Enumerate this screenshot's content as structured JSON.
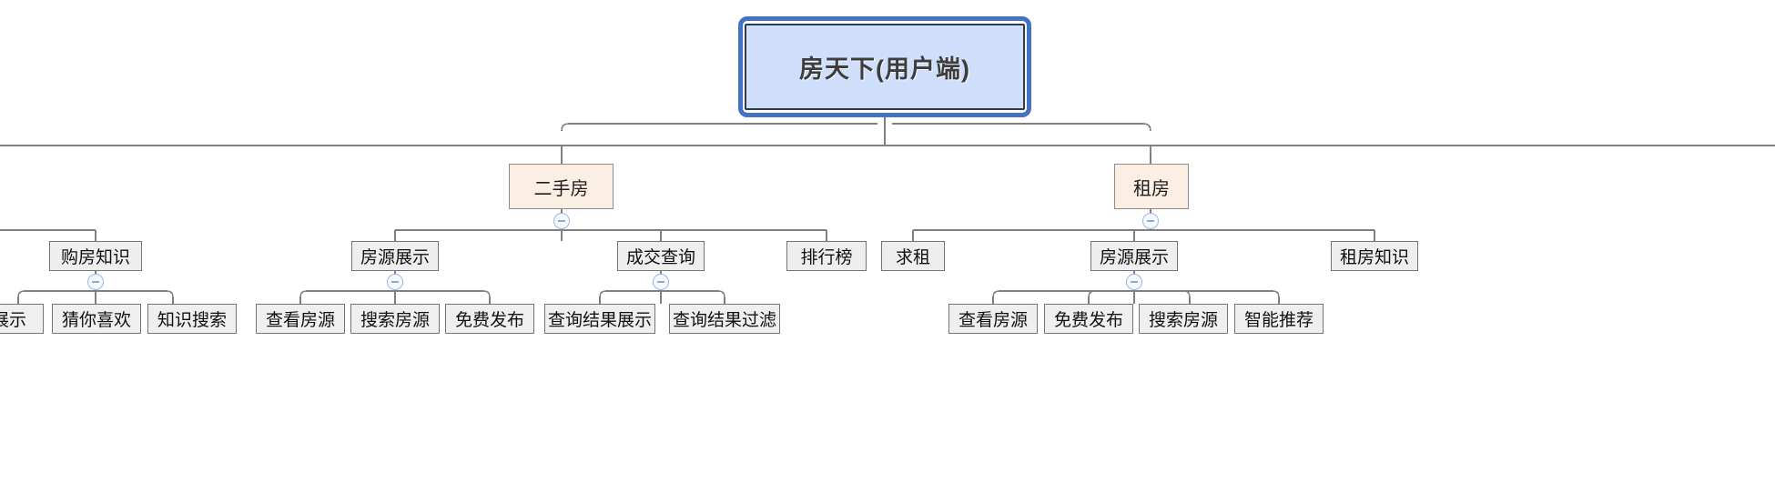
{
  "diagram": {
    "type": "mindmap-tree",
    "title": "房天下(用户端)",
    "orientation": "top-down",
    "colors": {
      "root_fill": "#cfdefb",
      "root_border": "#2f3a4a",
      "root_selection": "#4472c4",
      "level2_fill": "#fbeee2",
      "level2_border": "#8c8c8c",
      "level3_fill": "#eeeeee",
      "level3_border": "#767676",
      "level4_fill": "#efefef",
      "level4_border": "#767676",
      "connector": "#808080",
      "toggle_border": "#9cb6e0",
      "background": "#ffffff"
    },
    "toggle_icon": "collapse-minus-icon"
  },
  "nodes": {
    "root": {
      "label": "房天下(用户端)"
    },
    "level2": [
      {
        "id": "ershoufang",
        "label": "二手房",
        "collapsible": true
      },
      {
        "id": "zufang",
        "label": "租房",
        "collapsible": true
      }
    ],
    "level3": [
      {
        "id": "goufang-zhishi",
        "label": "购房知识",
        "collapsible": true,
        "parent": "offscreen-left"
      },
      {
        "id": "fangyuan-zhanshi-1",
        "label": "房源展示",
        "collapsible": true,
        "parent": "ershoufang"
      },
      {
        "id": "chengjiao-chaxun",
        "label": "成交查询",
        "collapsible": true,
        "parent": "ershoufang"
      },
      {
        "id": "paihangbang",
        "label": "排行榜",
        "collapsible": false,
        "parent": "ershoufang"
      },
      {
        "id": "qiuzu",
        "label": "求租",
        "collapsible": false,
        "parent": "zufang"
      },
      {
        "id": "fangyuan-zhanshi-2",
        "label": "房源展示",
        "collapsible": true,
        "parent": "zufang"
      },
      {
        "id": "zufang-zhishi",
        "label": "租房知识",
        "collapsible": false,
        "parent": "zufang"
      }
    ],
    "level4": [
      {
        "id": "zhanshi-clipped",
        "label": "展示",
        "parent": "goufang-zhishi",
        "clipped": true
      },
      {
        "id": "caini-xihuan",
        "label": "猜你喜欢",
        "parent": "goufang-zhishi"
      },
      {
        "id": "zhishi-sousuo",
        "label": "知识搜索",
        "parent": "goufang-zhishi"
      },
      {
        "id": "chakan-fangyuan-1",
        "label": "查看房源",
        "parent": "fangyuan-zhanshi-1"
      },
      {
        "id": "sousuo-fangyuan-1",
        "label": "搜索房源",
        "parent": "fangyuan-zhanshi-1"
      },
      {
        "id": "mianfei-fabu-1",
        "label": "免费发布",
        "parent": "fangyuan-zhanshi-1"
      },
      {
        "id": "chaxun-jieguo-zhanshi",
        "label": "查询结果展示",
        "parent": "chengjiao-chaxun"
      },
      {
        "id": "chaxun-jieguo-guolv",
        "label": "查询结果过滤",
        "parent": "chengjiao-chaxun"
      },
      {
        "id": "chakan-fangyuan-2",
        "label": "查看房源",
        "parent": "fangyuan-zhanshi-2"
      },
      {
        "id": "mianfei-fabu-2",
        "label": "免费发布",
        "parent": "fangyuan-zhanshi-2"
      },
      {
        "id": "sousuo-fangyuan-2",
        "label": "搜索房源",
        "parent": "fangyuan-zhanshi-2"
      },
      {
        "id": "zhineng-tuijian",
        "label": "智能推荐",
        "parent": "fangyuan-zhanshi-2"
      }
    ]
  }
}
